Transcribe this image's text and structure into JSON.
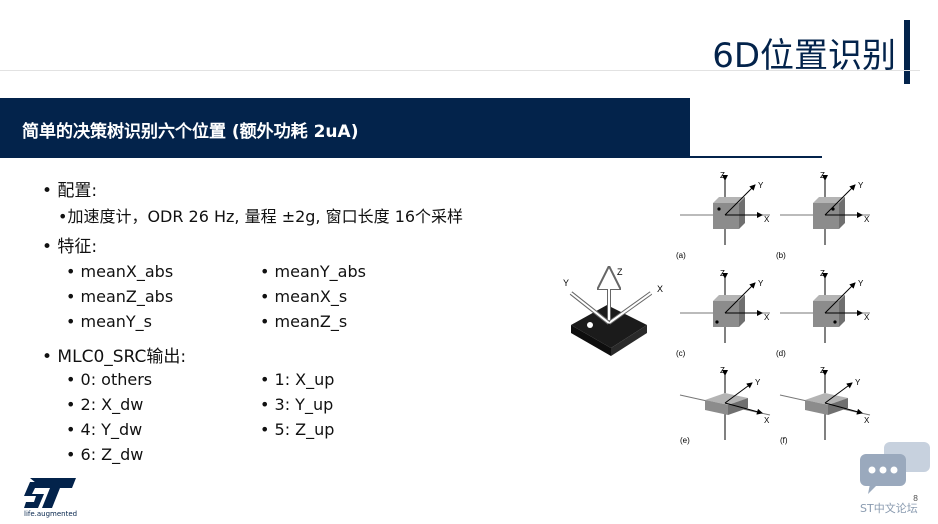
{
  "slide": {
    "title": "6D位置识别",
    "section_heading": "简单的决策树识别六个位置 (额外功耗 2uA)",
    "page_number": "8"
  },
  "config": {
    "heading": "• 配置:",
    "detail": "•加速度计，ODR 26 Hz, 量程 ±2g, 窗口长度 16个采样"
  },
  "features": {
    "heading": "• 特征:",
    "items": [
      "• meanX_abs",
      "• meanY_abs",
      "• meanZ_abs",
      "• meanX_s",
      "• meanY_s",
      "• meanZ_s"
    ]
  },
  "output": {
    "heading": "• MLC0_SRC输出:",
    "items": [
      "• 0: others",
      "• 1: X_up",
      "• 2: X_dw",
      "• 3: Y_up",
      "• 4: Y_dw",
      "• 5: Z_up",
      "• 6: Z_dw"
    ]
  },
  "diagram": {
    "axis_labels": {
      "x": "X",
      "y": "Y",
      "z": "Z"
    },
    "panel_labels": [
      "(a)",
      "(b)",
      "(c)",
      "(d)",
      "(e)",
      "(f)"
    ]
  },
  "branding": {
    "logo_text": "ST",
    "tagline": "life.augmented",
    "forum_label": "ST中文论坛"
  }
}
